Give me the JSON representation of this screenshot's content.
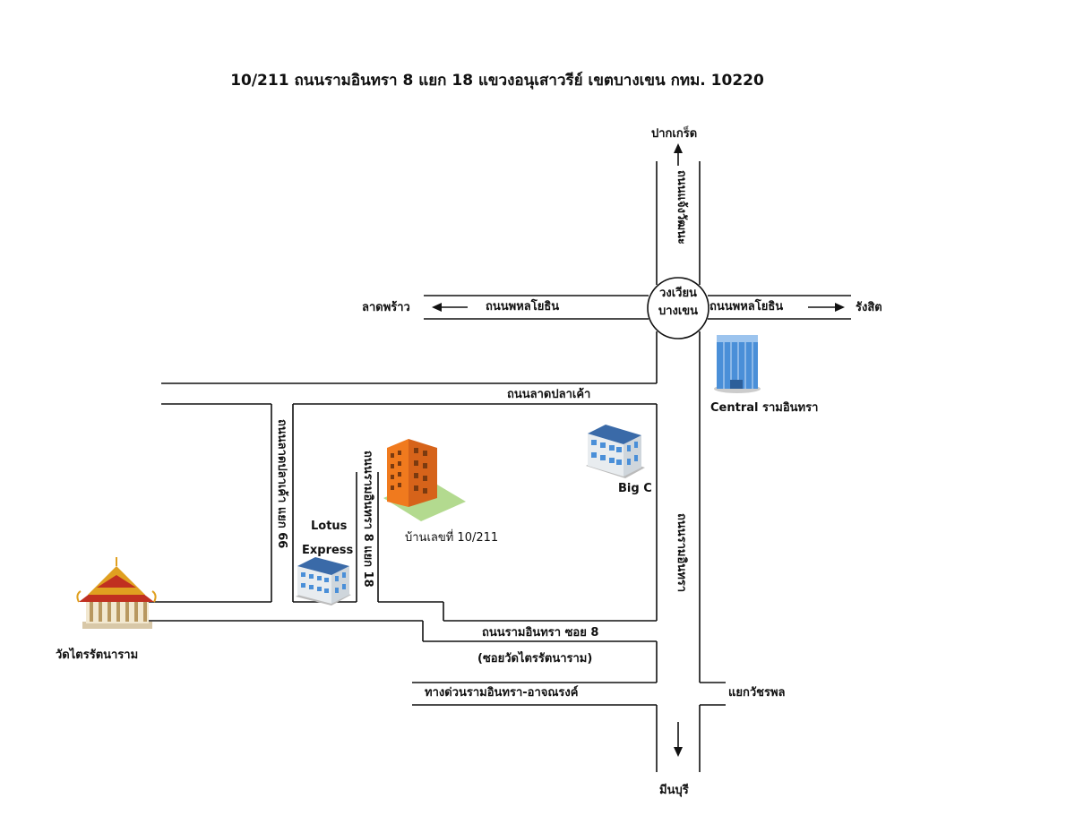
{
  "title": "10/211 ถนนรามอินทรา 8 แยก 18 แขวงอนุเสาวรีย์ เขตบางเขน กทม. 10220",
  "directions": {
    "north": "ปากเกร็ด",
    "south": "มีนบุรี",
    "west": "ลาดพร้าว",
    "east": "รังสิต"
  },
  "roundabout": {
    "line1": "วงเวียน",
    "line2": "บางเขน"
  },
  "roads": {
    "phahon_left": "ถนนพหลโยธิน",
    "phahon_right": "ถนนพหลโยธิน",
    "chaeng_wattana": "ถนนแจ้งวัฒนะ",
    "lat_pla_khao": "ถนนลาดปลาเค้า",
    "lat_pla_khao_66": "ถนนลาดปลาเค้า แยก 66",
    "ram_8_18": "ถนนรามอินทรา 8 แยก 18",
    "ram_intra": "ถนนรามอินทรา",
    "ram_soi_8": "ถนนรามอินทรา ซอย 8",
    "soi_wat": "(ซอยวัดไตรรัตนาราม)",
    "expressway": "ทางด่วนรามอินทรา-อาจณรงค์",
    "watcharapol": "แยกวัชรพล"
  },
  "places": {
    "central": "Central รามอินทรา",
    "bigc": "Big C",
    "lotus_line1": "Lotus",
    "lotus_line2": "Express",
    "house": "บ้านเลขที่ 10/211",
    "temple": "วัดไตรรัตนาราม"
  },
  "colors": {
    "road_line": "#111111",
    "building_orange": "#f07a1e",
    "building_blue": "#4a8fd8",
    "temple_gold": "#e0a020",
    "temple_red": "#c03020"
  },
  "icons": [
    "arrow-up-icon",
    "arrow-down-icon",
    "arrow-left-icon",
    "arrow-right-icon",
    "house-building-icon",
    "central-building-icon",
    "bigc-building-icon",
    "lotus-building-icon",
    "temple-icon"
  ]
}
